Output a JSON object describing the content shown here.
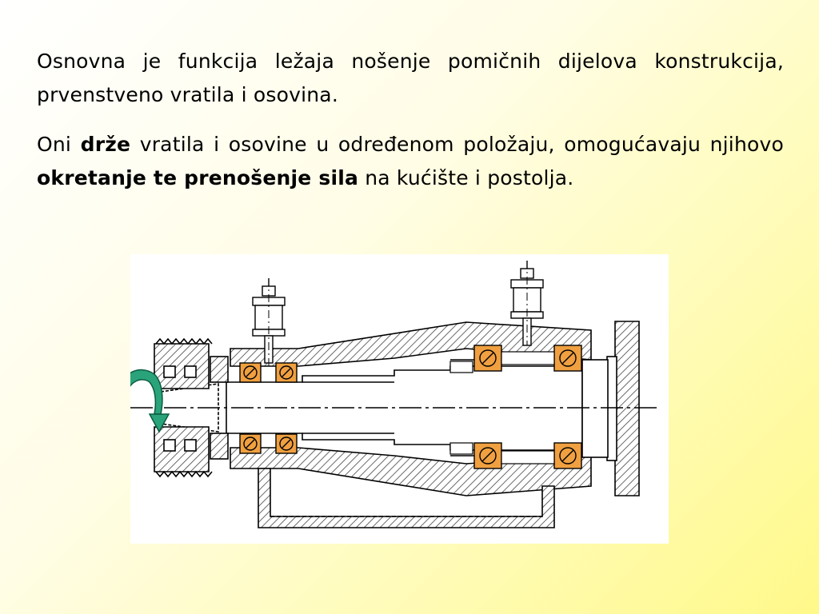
{
  "text": {
    "p1": "Osnovna je funkcija ležaja nošenje pomičnih dijelova konstrukcija, prvenstveno vratila i osovina.",
    "p2_a": "Oni ",
    "p2_b": "drže",
    "p2_c": " vratila i osovine u određenom položaju, omogućavaju njihovo ",
    "p2_d": "okretanje te prenošenje sila",
    "p2_e": " na kućište i postolja."
  },
  "colors": {
    "bearing": "#f0a040",
    "arrow": "#2aa37a",
    "line": "#000000"
  },
  "icons": {
    "rotation": "curved-rotation-arrow-icon",
    "lubricator": "oil-cup-icon"
  }
}
